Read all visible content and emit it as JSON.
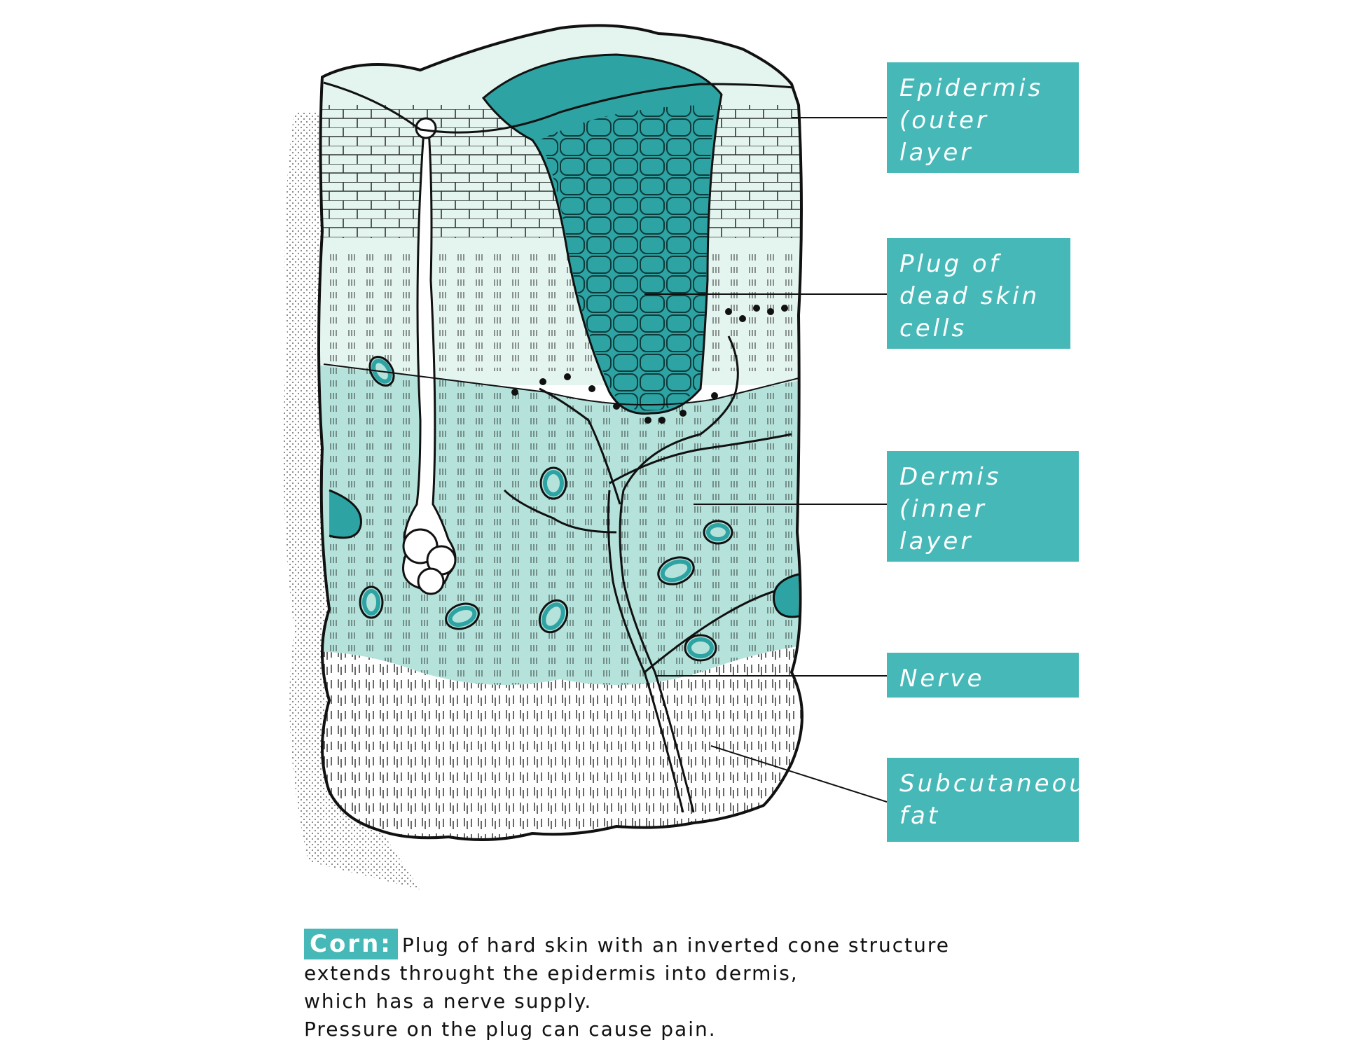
{
  "labels": {
    "epidermis": "Epidermis\n(outer layer\nof skin)",
    "plug": "Plug of\ndead skin\ncells",
    "dermis": "Dermis\n(inner layer\nof skin)",
    "nerve": "Nerve",
    "fat": "Subcutaneous\nfat"
  },
  "caption": {
    "term": "Corn:",
    "line1": "Plug of hard skin with an inverted cone structure",
    "line2": "extends throught the epidermis into dermis,",
    "line3": "which has a nerve supply.",
    "line4": "Pressure on the plug can cause pain."
  },
  "colors": {
    "accent": "#46b8b8",
    "plug": "#2ea3a3",
    "epidermis": "#e4f5f0",
    "dermis": "#b5e3dc",
    "outline": "#111111"
  }
}
